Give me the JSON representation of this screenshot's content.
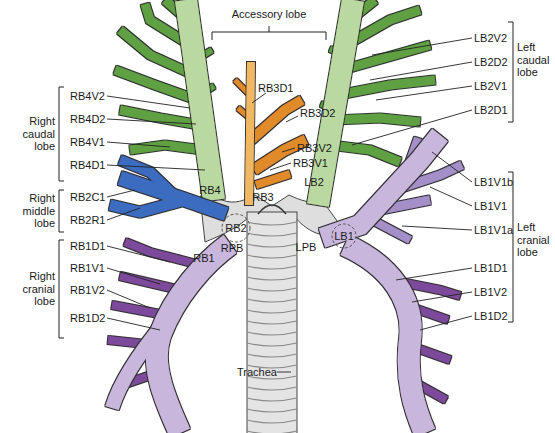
{
  "diagram": {
    "labels": [
      "Accessory lobe",
      "RB3D1",
      "RB3D2",
      "RB3V2",
      "RB3V1",
      "Right caudal lobe",
      "RB4V2",
      "RB4D2",
      "RB4V1",
      "RB4D1",
      "Right middle lobe",
      "RB2C1",
      "RB2R1",
      "Right cranial lobe",
      "RB1D1",
      "RB1V1",
      "RB1V2",
      "RB1D2",
      "RB4",
      "RB3",
      "RB2",
      "RPB",
      "RB1",
      "Trachea",
      "LB2V2",
      "LB2D2",
      "LB2V1",
      "LB2D1",
      "Left caudal lobe",
      "LB2",
      "LPB",
      "LB1",
      "LB1V1b",
      "LB1V1",
      "LB1V1a",
      "Left cranial lobe",
      "LB1D1",
      "LB1V2",
      "LB1D2"
    ]
  }
}
